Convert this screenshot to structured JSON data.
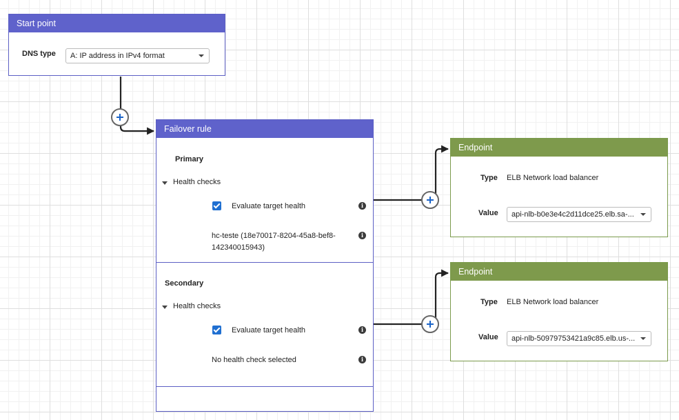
{
  "start_point": {
    "title": "Start point",
    "dns_type_label": "DNS type",
    "dns_type_value": "A: IP address in IPv4 format"
  },
  "failover_rule": {
    "title": "Failover rule",
    "primary": {
      "label": "Primary",
      "health_checks_label": "Health checks",
      "evaluate_label": "Evaluate target health",
      "health_check_line1": "hc-teste (18e70017-8204-45a8-bef8-",
      "health_check_line2": "142340015943)"
    },
    "secondary": {
      "label": "Secondary",
      "health_checks_label": "Health checks",
      "evaluate_label": "Evaluate target health",
      "health_check_text": "No health check selected"
    }
  },
  "endpoints": [
    {
      "title": "Endpoint",
      "type_label": "Type",
      "type_value": "ELB Network load balancer",
      "value_label": "Value",
      "value": "api-nlb-b0e3e4c2d11dce25.elb.sa-..."
    },
    {
      "title": "Endpoint",
      "type_label": "Type",
      "type_value": "ELB Network load balancer",
      "value_label": "Value",
      "value": "api-nlb-50979753421a9c85.elb.us-..."
    }
  ],
  "icons": {
    "add": "plus-icon",
    "info": "info-icon",
    "expand": "caret-down-icon",
    "check": "check-icon"
  },
  "colors": {
    "rule_header": "#5f62cb",
    "endpoint_header": "#7e9a4c",
    "connector": "#222222",
    "add_icon": "#1a63c7",
    "checkbox": "#1f6fd1"
  }
}
